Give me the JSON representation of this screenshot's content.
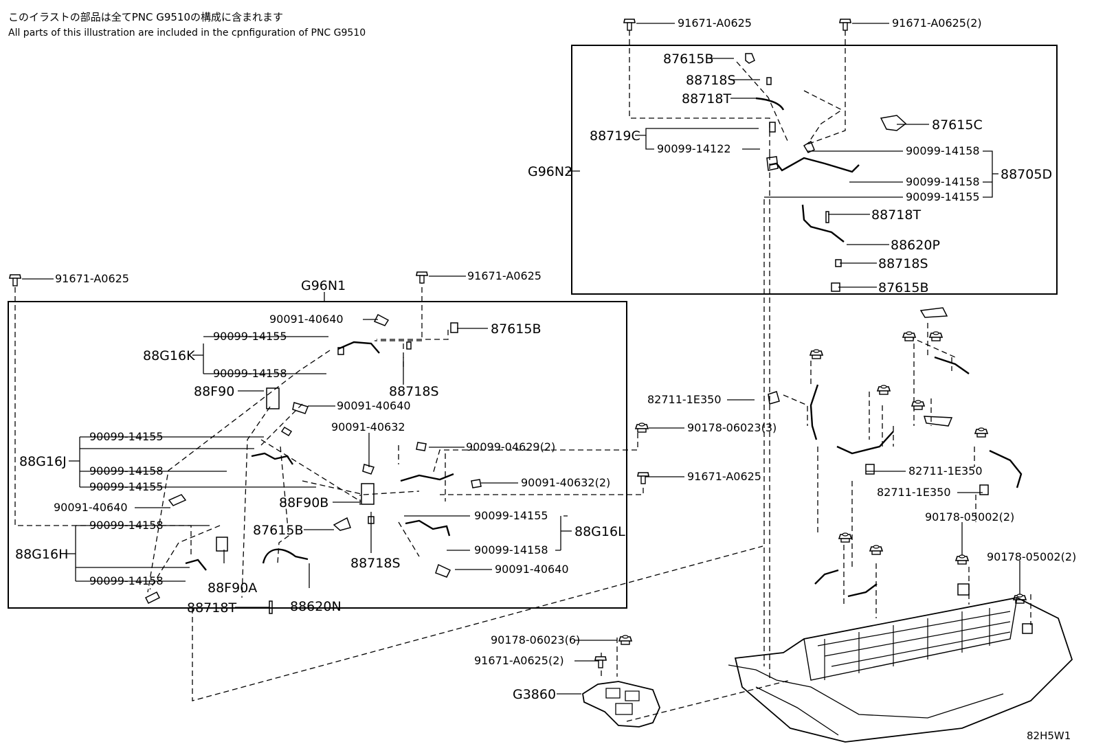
{
  "header": {
    "note_jp": "このイラストの部品は全てPNC G9510の構成に含まれます",
    "note_en": "All parts of this illustration are included in the cpnfiguration of PNC G9510"
  },
  "groups": {
    "g96n2": "G96N2",
    "g96n1": "G96N1",
    "g3860": "G3860"
  },
  "labels": {
    "a91671_a0625_2_top": "91671-A0625(2)",
    "a91671_a0625_top": "91671-A0625",
    "a87615b_top": "87615B",
    "a88718s_top": "88718S",
    "a88718t_top": "88718T",
    "a87615c": "87615C",
    "a88719c": "88719C",
    "a90099_14122": "90099-14122",
    "a90099_14158_r1": "90099-14158",
    "a90099_14158_r2": "90099-14158",
    "a90099_14155_r3": "90099-14155",
    "a88705d": "88705D",
    "a88718t_mid": "88718T",
    "a88620p": "88620P",
    "a88718s_mid": "88718S",
    "a87615b_mid": "87615B",
    "l91671_a0625_left": "91671-A0625",
    "l91671_a0625_mid": "91671-A0625",
    "b90091_40640_a": "90091-40640",
    "b90099_14155_a": "90099-14155",
    "b88g16k": "88G16K",
    "b90099_14158_a": "90099-14158",
    "b87615b": "87615B",
    "b88f90": "88F90",
    "b88718s_a": "88718S",
    "b90091_40640_b": "90091-40640",
    "b90091_40632": "90091-40632",
    "b90099_14155_b": "90099-14155",
    "b90099_04629_2": "90099-04629(2)",
    "b88g16j": "88G16J",
    "b90099_14158_b": "90099-14158",
    "b90099_14155_c": "90099-14155",
    "b90091_40632_2": "90091-40632(2)",
    "b90091_40640_c": "90091-40640",
    "b88f90b": "88F90B",
    "b90099_14158_c": "90099-14158",
    "b90099_14155_d": "90099-14155",
    "b88g16l": "88G16L",
    "b87615b_b": "87615B",
    "b88g16h": "88G16H",
    "b90099_14158_d": "90099-14158",
    "b88718s_b": "88718S",
    "b90091_40640_d": "90091-40640",
    "b90099_14158_e": "90099-14158",
    "b88f90a": "88F90A",
    "b88718t": "88718T",
    "b88620n": "88620N",
    "c82711_1e350_a": "82711-1E350",
    "c90178_06023_3": "90178-06023(3)",
    "c91671_a0625": "91671-A0625",
    "c82711_1e350_b": "82711-1E350",
    "c82711_1e350_c": "82711-1E350",
    "c90178_05002_2_a": "90178-05002(2)",
    "c90178_05002_2_b": "90178-05002(2)",
    "c90178_06023_6": "90178-06023(6)",
    "c91671_a0625_2": "91671-A0625(2)"
  },
  "code": "82H5W1"
}
